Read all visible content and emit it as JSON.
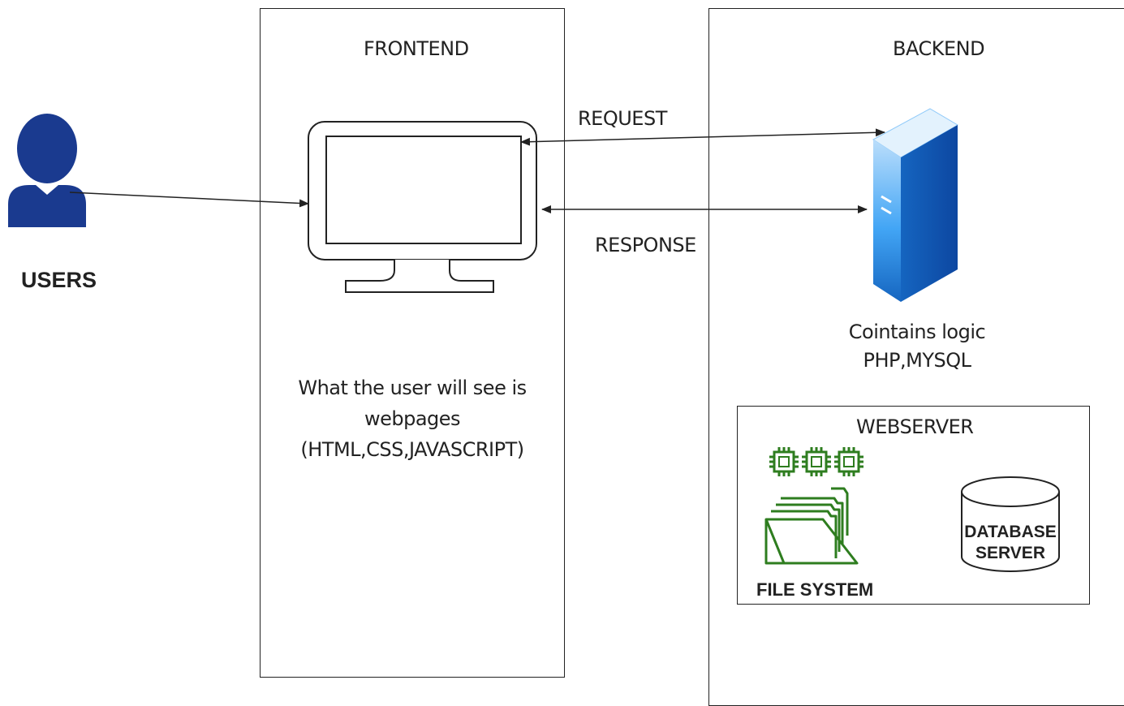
{
  "users": {
    "label": "USERS"
  },
  "frontend": {
    "title": "FRONTEND",
    "description": [
      "What the user will see is",
      "webpages",
      "(HTML,CSS,JAVASCRIPT)"
    ]
  },
  "backend": {
    "title": "BACKEND",
    "server_note": [
      "Cointains  logic",
      "PHP,MYSQL"
    ]
  },
  "arrows": {
    "request": "REQUEST",
    "response": "RESPONSE"
  },
  "webserver": {
    "title": "WEBSERVER",
    "file_system_label": "FILE SYSTEM",
    "database_label": [
      "DATABASE",
      "SERVER"
    ]
  },
  "colors": {
    "user_icon": "#1a3a8f",
    "folder_green": "#2e7d1f",
    "server_blue": "#1e88e5",
    "server_light": "#90caf9",
    "line": "#222222"
  },
  "icons": [
    "user-icon",
    "monitor-icon",
    "server-icon",
    "chip-icon",
    "folder-icon",
    "database-icon"
  ]
}
